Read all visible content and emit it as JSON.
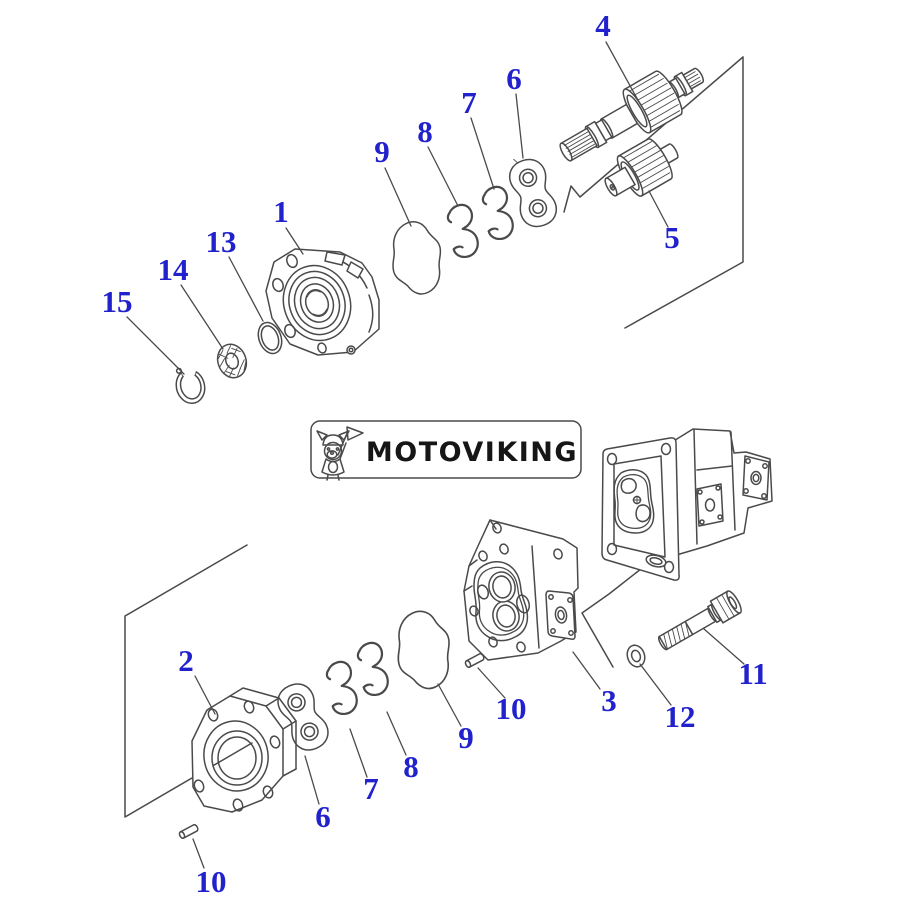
{
  "logo": {
    "text": "MOTOVIKING",
    "mascot": "viking-dog-mascot-with-red-flag"
  },
  "colors": {
    "callout": "#2222cc",
    "line": "#4a4a4a",
    "logo_bg": "#f3f3f3",
    "logo_border": "#e2e2e2",
    "logo_text": "#161616"
  },
  "callouts": [
    {
      "label": "4"
    },
    {
      "label": "6"
    },
    {
      "label": "7"
    },
    {
      "label": "8"
    },
    {
      "label": "9"
    },
    {
      "label": "1"
    },
    {
      "label": "13"
    },
    {
      "label": "14"
    },
    {
      "label": "15"
    },
    {
      "label": "5"
    },
    {
      "label": "2"
    },
    {
      "label": "6"
    },
    {
      "label": "7"
    },
    {
      "label": "8"
    },
    {
      "label": "9"
    },
    {
      "label": "10"
    },
    {
      "label": "3"
    },
    {
      "label": "12"
    },
    {
      "label": "11"
    },
    {
      "label": "10"
    }
  ]
}
